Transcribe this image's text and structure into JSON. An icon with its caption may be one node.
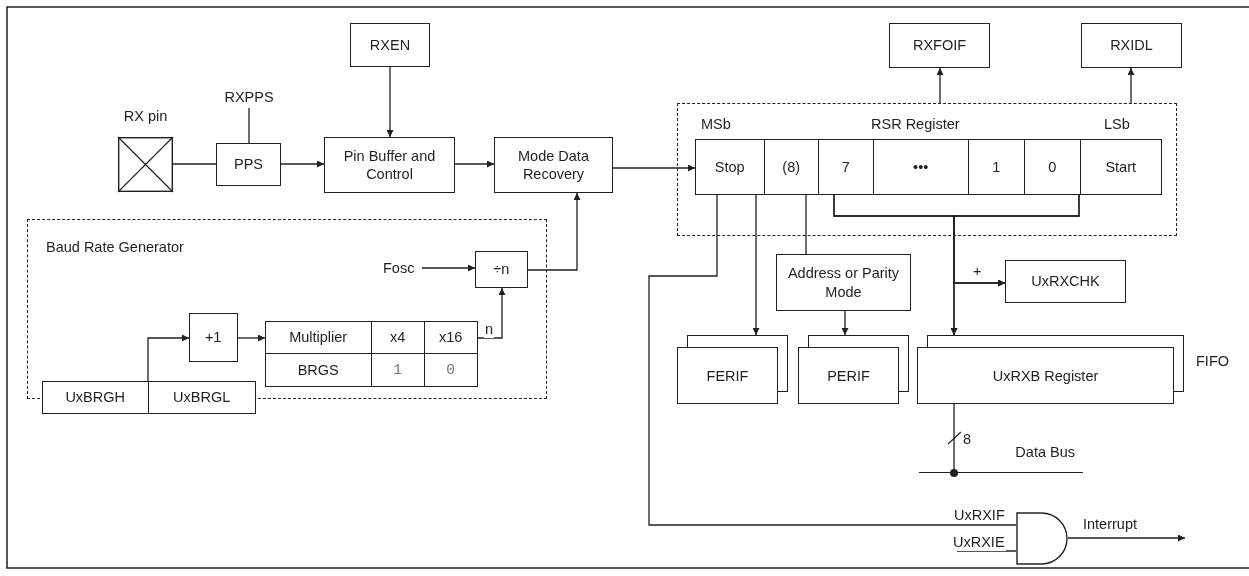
{
  "diagram": {
    "nodes": [
      {
        "text": [
          "RXEN"
        ]
      },
      {
        "text": [
          "RX pin"
        ]
      },
      {
        "text": [
          "PPS"
        ]
      },
      {
        "text": [
          "RXPPS"
        ]
      },
      {
        "text": [
          "Pin Buffer and Control"
        ]
      },
      {
        "text": [
          "Mode Data Recovery"
        ]
      },
      {
        "text": [
          "Baud Rate Generator"
        ]
      },
      {
        "text": [
          "Fosc"
        ],
        "in": 6
      },
      {
        "text": [
          "÷n"
        ],
        "in": 6
      },
      {
        "text": [
          "+1"
        ],
        "in": 6
      },
      {
        "text": [
          "Multiplier",
          "x4",
          "x16",
          "BRGS",
          "1",
          "0"
        ],
        "in": 6
      },
      {
        "text": [
          "UxBRGH",
          "UxBRGL"
        ],
        "in": 6
      },
      {
        "text": [
          "MSb",
          "RSR Register",
          "LSb"
        ]
      },
      {
        "text": [
          "Stop"
        ],
        "in": 12
      },
      {
        "text": [
          "(8)"
        ],
        "in": 12
      },
      {
        "text": [
          "7"
        ],
        "in": 12
      },
      {
        "text": [
          "•••"
        ],
        "in": 12
      },
      {
        "text": [
          "1"
        ],
        "in": 12
      },
      {
        "text": [
          "0"
        ],
        "in": 12
      },
      {
        "text": [
          "Start"
        ],
        "in": 12
      },
      {
        "text": [
          "RXFOIF"
        ]
      },
      {
        "text": [
          "RXIDL"
        ]
      },
      {
        "text": [
          "Address or Parity Mode"
        ]
      },
      {
        "text": [
          "UxRXCHK"
        ]
      },
      {
        "text": [
          "FERIF"
        ]
      },
      {
        "text": [
          "PERIF"
        ]
      },
      {
        "text": [
          "UxRXB Register"
        ],
        "beside": [
          "FIFO"
        ]
      },
      {
        "text": [
          "Data Bus"
        ]
      },
      {
        "text": [],
        "shape": "gate"
      }
    ],
    "edges": [
      {
        "from": 0,
        "to": 4,
        "arrow": "to"
      },
      {
        "from": 1,
        "to": 2,
        "arrow": "none"
      },
      {
        "from": 3,
        "to": 2,
        "arrow": "none"
      },
      {
        "from": 2,
        "to": 4,
        "arrow": "to"
      },
      {
        "from": 4,
        "to": 5,
        "arrow": "to"
      },
      {
        "from": 5,
        "to": 13,
        "arrow": "to"
      },
      {
        "from": 8,
        "to": 5,
        "arrow": "to"
      },
      {
        "from": 7,
        "to": 8,
        "arrow": "to"
      },
      {
        "from": 11,
        "to": 9,
        "arrow": "to"
      },
      {
        "from": 9,
        "to": 10,
        "arrow": "to"
      },
      {
        "from": 10,
        "to": 8,
        "arrow": "to",
        "label": "n"
      },
      {
        "from": 12,
        "to": 20,
        "arrow": "to"
      },
      {
        "from": 12,
        "to": 21,
        "arrow": "to"
      },
      {
        "from": 13,
        "to": 28,
        "arrow": "none",
        "label": "UxRXIF"
      },
      {
        "from": 13,
        "to": 24,
        "arrow": "to"
      },
      {
        "from": 14,
        "to": 22,
        "arrow": "none"
      },
      {
        "from": 22,
        "to": 25,
        "arrow": "to"
      },
      {
        "from": 15,
        "to": 26,
        "arrow": "to"
      },
      {
        "from": 18,
        "to": 26,
        "arrow": "to"
      },
      {
        "from": 15,
        "to": 23,
        "arrow": "to",
        "label": "+"
      },
      {
        "from": 18,
        "to": 23,
        "arrow": "to"
      },
      {
        "from": 26,
        "to": 27,
        "arrow": "other",
        "label": "8"
      },
      {
        "from": null,
        "to": 28,
        "arrow": "none",
        "label": "UxRXIE"
      },
      {
        "from": 28,
        "to": null,
        "arrow": "to",
        "label": "Interrupt"
      }
    ]
  }
}
